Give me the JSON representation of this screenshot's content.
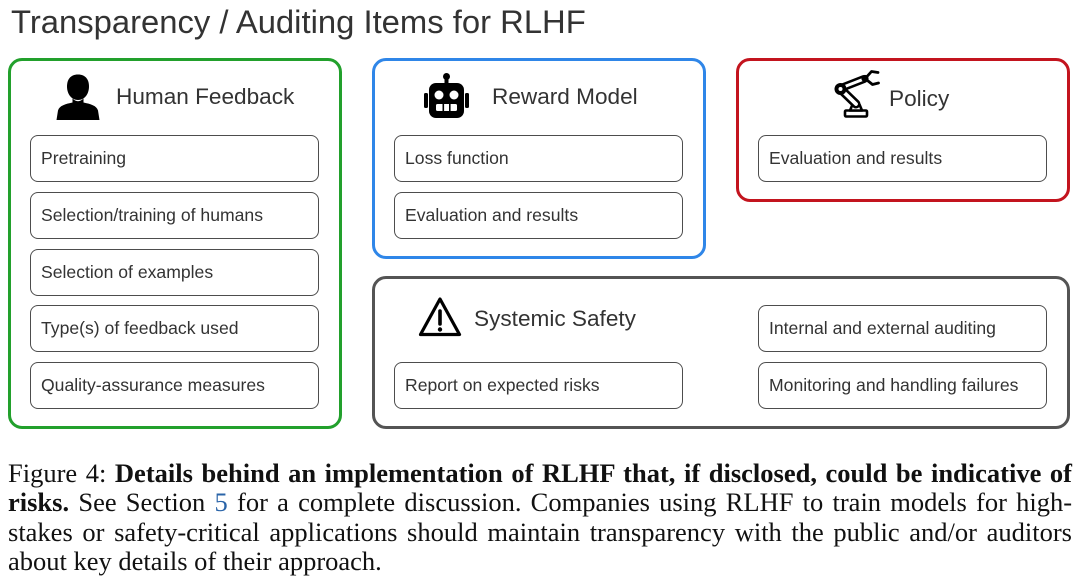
{
  "title": "Transparency / Auditing Items for RLHF",
  "colors": {
    "human_feedback": "#22a02c",
    "reward_model": "#2f86e8",
    "policy": "#c3141e",
    "systemic_safety": "#545454",
    "link": "#2a64a8"
  },
  "groups": {
    "human_feedback": {
      "icon": "person-icon",
      "label": "Human Feedback",
      "items": [
        "Pretraining",
        "Selection/training of humans",
        "Selection of examples",
        "Type(s) of feedback used",
        "Quality-assurance measures"
      ]
    },
    "reward_model": {
      "icon": "robot-icon",
      "label": "Reward Model",
      "items": [
        "Loss function",
        "Evaluation and results"
      ]
    },
    "policy": {
      "icon": "robot-arm-icon",
      "label": "Policy",
      "items": [
        "Evaluation and results"
      ]
    },
    "systemic_safety": {
      "icon": "warning-icon",
      "label": "Systemic Safety",
      "items": [
        "Internal and external auditing",
        "Report on expected risks",
        "Monitoring and handling failures"
      ]
    }
  },
  "caption": {
    "label": "Figure 4:",
    "summary": "Details behind an implementation of RLHF that, if disclosed, could be indicative of risks.",
    "before_ref": "See Section",
    "ref": "5",
    "after_ref": "for a complete discussion. Companies using RLHF to train models for high-stakes or safety-critical applications should maintain transparency with the public and/or auditors about key details of their approach."
  }
}
